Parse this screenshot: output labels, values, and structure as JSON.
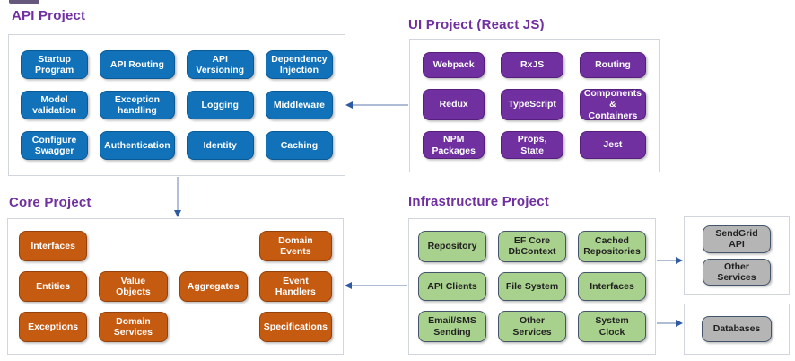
{
  "colors": {
    "background": "#ffffff",
    "blue": "#1172ba",
    "blue_border": "#0a5a97",
    "purple": "#7030a0",
    "purple_border": "#561f7d",
    "orange": "#c55a11",
    "orange_border": "#94420b",
    "green": "#a9d18e",
    "gray": "#b5b5b5",
    "slate_border": "#44546a",
    "title": "#7030a0",
    "panel_border": "#d0d5de",
    "arrow_line": "#93a5c9",
    "arrow_head": "#2e5aa0",
    "chip_text_light": "#ffffff",
    "chip_text_dark": "#212121"
  },
  "sections": {
    "api": {
      "title": "API Project",
      "rows": [
        [
          "Startup\nProgram",
          "API Routing",
          "API\nVersioning",
          "Dependency\nInjection"
        ],
        [
          "Model\nvalidation",
          "Exception\nhandling",
          "Logging",
          "Middleware"
        ],
        [
          "Configure\nSwagger",
          "Authentication",
          "Identity",
          "Caching"
        ]
      ]
    },
    "ui": {
      "title": "UI Project (React JS)",
      "rows": [
        [
          "Webpack",
          "RxJS",
          "Routing"
        ],
        [
          "Redux",
          "TypeScript",
          "Components\n& Containers"
        ],
        [
          "NPM\nPackages",
          "Props, State",
          "Jest"
        ]
      ]
    },
    "core": {
      "title": "Core Project",
      "rows": [
        [
          "Interfaces",
          "Domain\nEvents"
        ],
        [
          "Entities",
          "Value Objects",
          "Aggregates",
          "Event\nHandlers"
        ],
        [
          "Exceptions",
          "Domain\nServices",
          "Specifications"
        ]
      ]
    },
    "infra": {
      "title": "Infrastructure Project",
      "rows": [
        [
          "Repository",
          "EF Core\nDbContext",
          "Cached\nRepositories"
        ],
        [
          "API Clients",
          "File System",
          "Interfaces"
        ],
        [
          "Email/SMS\nSending",
          "Other\nServices",
          "System\nClock"
        ]
      ]
    },
    "external": {
      "chips": [
        "SendGrid\nAPI",
        "Other\nServices"
      ]
    },
    "databases": {
      "chips": [
        "Databases"
      ]
    }
  }
}
